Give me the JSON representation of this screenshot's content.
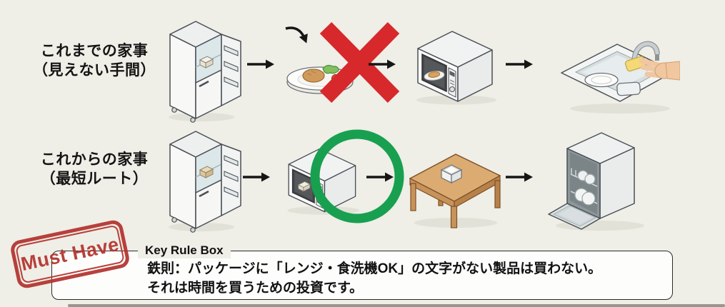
{
  "page": {
    "background": "#efeee7"
  },
  "rows": [
    {
      "label": {
        "line1": "これまでの家事",
        "line2": "（見えない手間）"
      },
      "mark": {
        "type": "x",
        "meaning": "prohibited"
      },
      "icons": [
        "refrigerator",
        "plate-meal",
        "microwave",
        "sink-handwash"
      ]
    },
    {
      "label": {
        "line1": "これからの家事",
        "line2": "（最短ルート）"
      },
      "mark": {
        "type": "circle",
        "meaning": "ok"
      },
      "icons": [
        "refrigerator",
        "microwave",
        "dining-table",
        "dishwasher"
      ]
    }
  ],
  "stamp": {
    "text": "Must Have",
    "color": "#b3322c"
  },
  "rule_box": {
    "title": "Key Rule Box",
    "line1": "鉄則：パッケージに「レンジ・食洗機OK」の文字がない製品は買わない。",
    "line2": "それは時間を買うための投資です。"
  },
  "colors": {
    "background": "#efeee7",
    "arrow": "#161616",
    "x_mark": "#d7282b",
    "o_mark": "#18a050",
    "stamp_red": "#b3322c",
    "wood": "#dcab72"
  }
}
